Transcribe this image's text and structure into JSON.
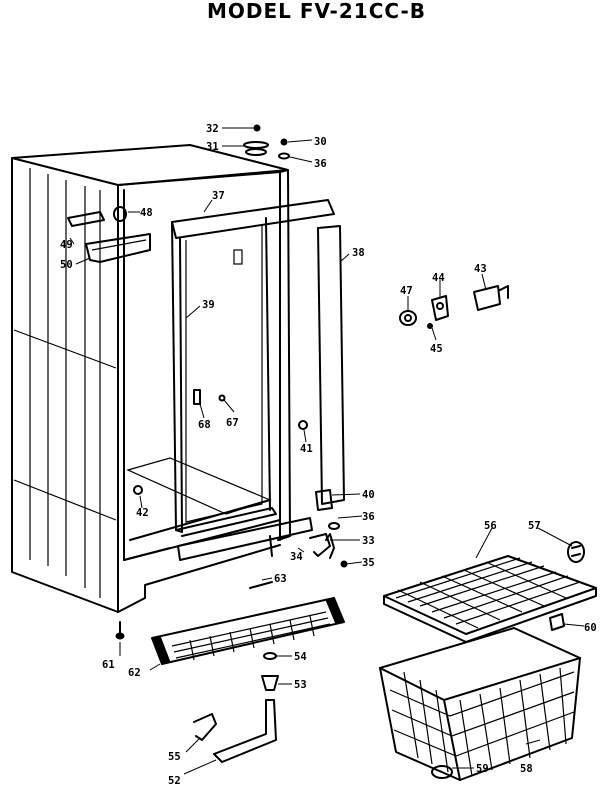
{
  "title": "MODEL  FV-21CC-B",
  "labels": {
    "p30": "30",
    "p31": "31",
    "p32": "32",
    "p33": "33",
    "p34": "34",
    "p35": "35",
    "p36a": "36",
    "p36b": "36",
    "p37": "37",
    "p38": "38",
    "p39": "39",
    "p40": "40",
    "p41": "41",
    "p42": "42",
    "p43": "43",
    "p44": "44",
    "p45": "45",
    "p47": "47",
    "p48": "48",
    "p49": "49",
    "p50": "50",
    "p52": "52",
    "p53": "53",
    "p54": "54",
    "p55": "55",
    "p56": "56",
    "p57": "57",
    "p58": "58",
    "p59": "59",
    "p60": "60",
    "p61": "61",
    "p62": "62",
    "p63": "63",
    "p67": "67",
    "p68": "68"
  }
}
